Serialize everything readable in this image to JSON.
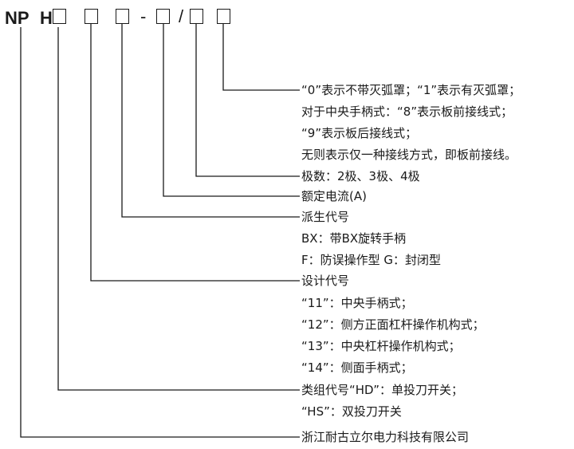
{
  "model_code": {
    "prefix": "NP",
    "letter": "H",
    "dash": "-",
    "slash": "/"
  },
  "descriptions": [
    "“0”表示不带灭弧罩；“1”表示有灭弧罩；",
    "对于中央手柄式：“8”表示板前接线式；",
    "“9”表示板后接线式；",
    "无则表示仅一种接线方式，即板前接线。",
    "极数：2极、3极、4极",
    "额定电流(A)",
    "派生代号",
    "BX：带BX旋转手柄",
    "F：防误操作型   G：封闭型",
    "设计代号",
    "“11”：中央手柄式；",
    "“12”：侧方正面杠杆操作机构式；",
    "“13”：中央杠杆操作机构式；",
    "“14”：侧面手柄式；",
    "类组代号“HD”：单投刀开关；",
    "“HS”：双投刀开关",
    "浙江耐古立尔电力科技有限公司"
  ]
}
